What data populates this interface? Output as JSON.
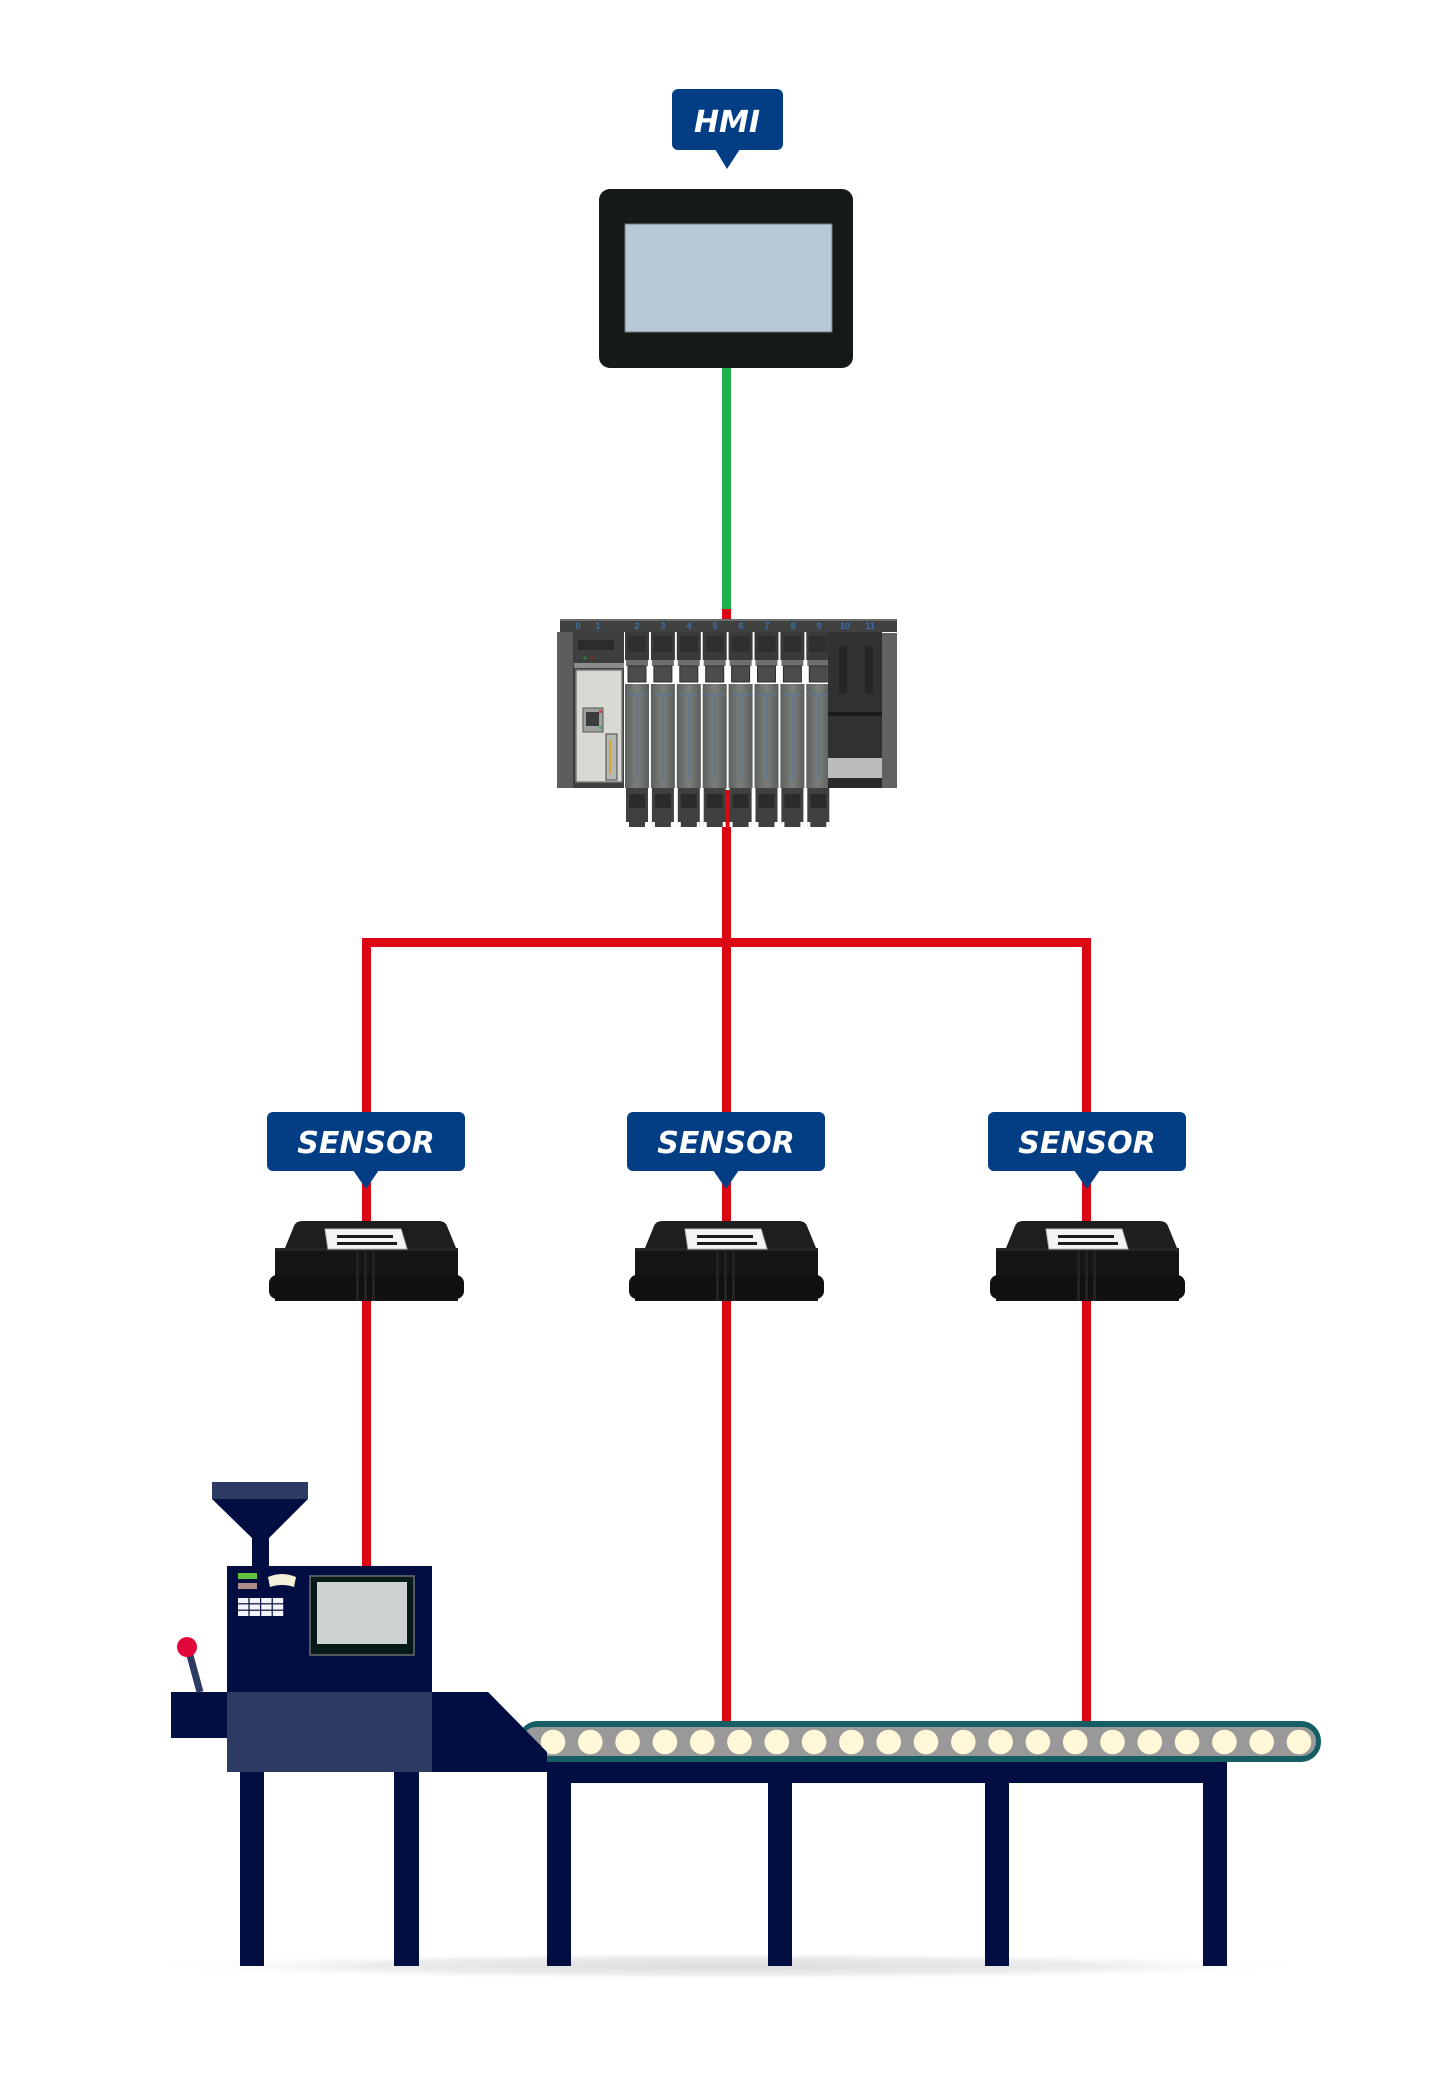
{
  "diagram": {
    "title": "Industrial network: HMI, PLC, sensors and production line",
    "colors": {
      "label_bg": "#033e85",
      "label_text": "#ffffff",
      "ethernet_link": "#1fae4b",
      "fieldbus_link": "#db0713",
      "hmi_frame": "#151918",
      "hmi_screen": "#b7c9d6",
      "machine_dark": "#020e41",
      "machine_mid": "#2d3a64",
      "belt_outer": "#155e63",
      "belt_inner": "#999999",
      "roller": "#fff8d8",
      "lever_knob": "#e3083a"
    },
    "hmi": {
      "label": "HMI"
    },
    "plc": {
      "slot_numbers": [
        "0",
        "1",
        "2",
        "3",
        "4",
        "5",
        "6",
        "7",
        "8",
        "9",
        "10",
        "11"
      ],
      "io_module_count": 8
    },
    "sensors": [
      {
        "label": "SENSOR"
      },
      {
        "label": "SENSOR"
      },
      {
        "label": "SENSOR"
      }
    ],
    "links": [
      {
        "from": "HMI",
        "to": "PLC",
        "type": "ethernet_link"
      },
      {
        "from": "PLC",
        "to": "SENSOR 1",
        "type": "fieldbus_link"
      },
      {
        "from": "PLC",
        "to": "SENSOR 2",
        "type": "fieldbus_link"
      },
      {
        "from": "PLC",
        "to": "SENSOR 3",
        "type": "fieldbus_link"
      },
      {
        "from": "SENSOR 1",
        "to": "Machine",
        "type": "fieldbus_link"
      },
      {
        "from": "SENSOR 2",
        "to": "Conveyor",
        "type": "fieldbus_link"
      },
      {
        "from": "SENSOR 3",
        "to": "Conveyor",
        "type": "fieldbus_link"
      }
    ],
    "conveyor": {
      "roller_count": 21
    }
  }
}
